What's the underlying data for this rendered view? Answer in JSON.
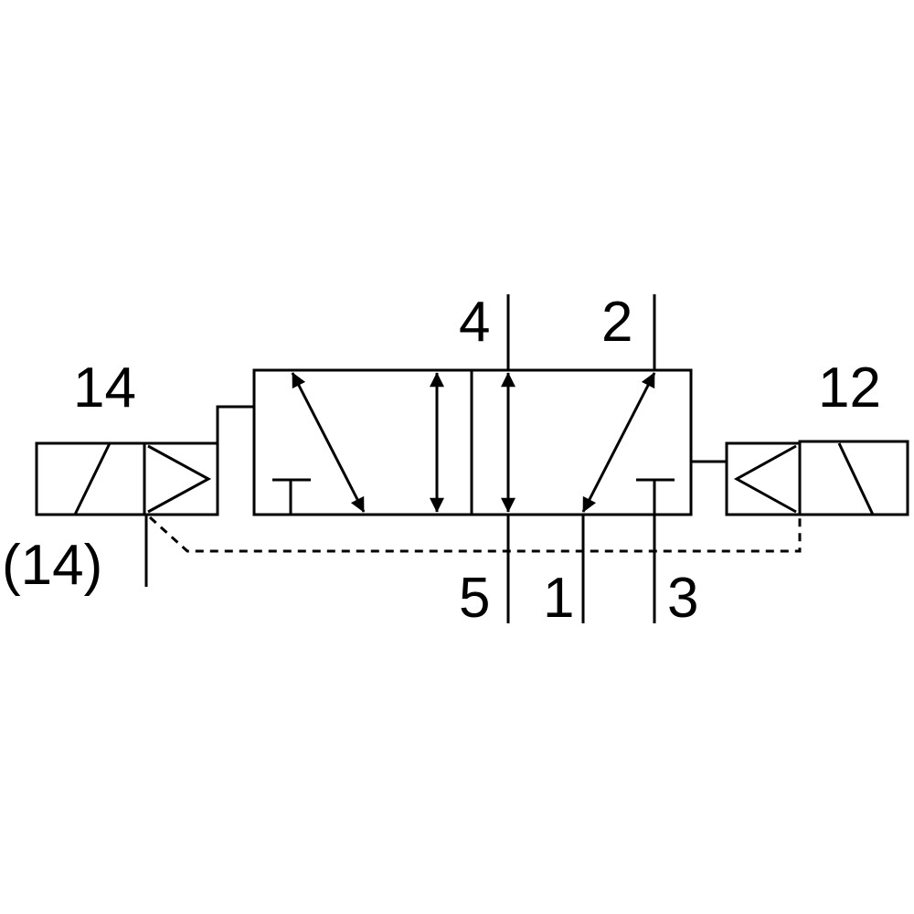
{
  "diagram": {
    "symbol": "5/2-way solenoid valve",
    "colors": {
      "line": "#000000",
      "background": "#ffffff"
    },
    "labels": {
      "port_4": "4",
      "port_2": "2",
      "port_5": "5",
      "port_1": "1",
      "port_3": "3",
      "pilot_14": "14",
      "pilot_12": "12",
      "pilot_14_paren": "(14)"
    }
  }
}
